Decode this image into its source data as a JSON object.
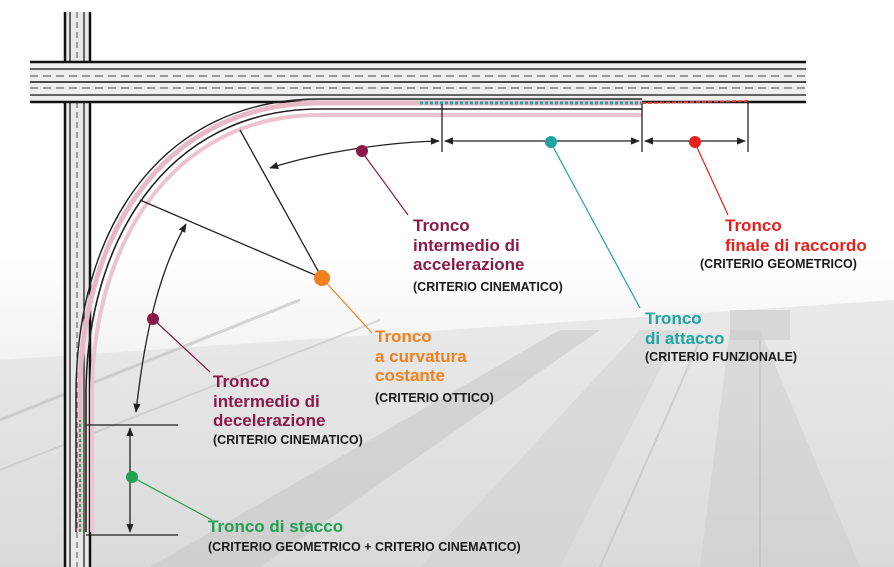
{
  "colors": {
    "deceleration": "#8b1a4a",
    "constant_curvature": "#f07f1e",
    "attachment": "#1fa3a3",
    "final_connection": "#e8201c",
    "detachment": "#20a050",
    "criterion_text": "#1a1a1a"
  },
  "segments": {
    "intermediate_acceleration": {
      "title": [
        "Tronco",
        "intermedio di",
        "accelerazione"
      ],
      "criterion": "(CRITERIO CINEMATICO)",
      "icon": "dot-marker"
    },
    "final_connection": {
      "title": [
        "Tronco",
        "finale di raccordo"
      ],
      "criterion": "(CRITERIO GEOMETRICO)",
      "icon": "dot-marker"
    },
    "constant_curvature": {
      "title": [
        "Tronco",
        "a curvatura",
        "costante"
      ],
      "criterion": "(CRITERIO OTTICO)",
      "icon": "dot-marker"
    },
    "attachment": {
      "title": [
        "Tronco",
        "di attacco"
      ],
      "criterion": "(CRITERIO FUNZIONALE)",
      "icon": "dot-marker"
    },
    "intermediate_deceleration": {
      "title": [
        "Tronco",
        "intermedio di",
        "decelerazione"
      ],
      "criterion": "(CRITERIO CINEMATICO)",
      "icon": "dot-marker"
    },
    "detachment": {
      "title": [
        "Tronco di stacco"
      ],
      "criterion": "(CRITERIO GEOMETRICO + CRITERIO CINEMATICO)",
      "icon": "dot-marker"
    }
  }
}
